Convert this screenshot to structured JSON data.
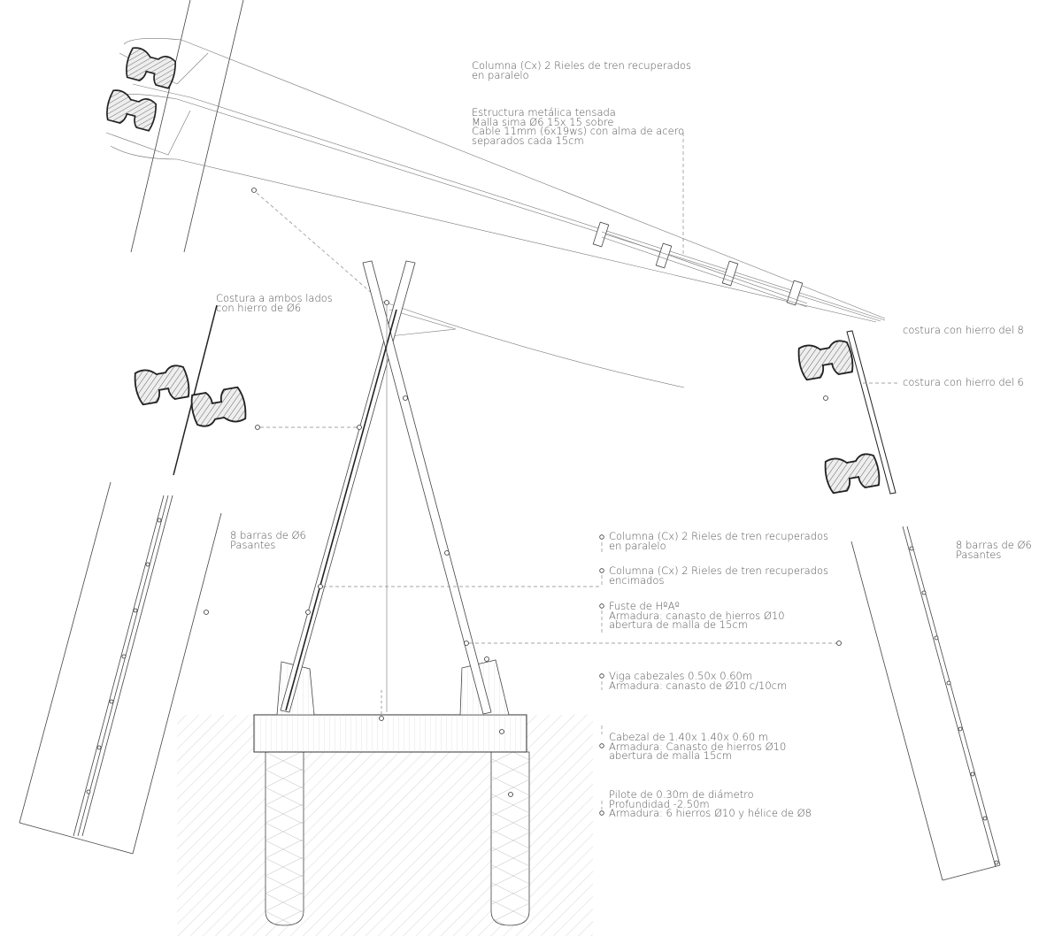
{
  "labels": {
    "top_column": "Columna (Cx) 2 Rieles de tren recuperados\nen paralelo",
    "tensioned_structure": "Estructura metálica tensada\nMalla sima Ø6 15x 15 sobre\nCable 11mm (6x19ws) con alma de acero\nseparados cada 15cm",
    "seam_both_sides": "Costura a ambos lados\ncon hierro de Ø6",
    "seam_8": "costura con hierro del 8",
    "seam_6": "costura con hierro del 6",
    "bars_left": "8 barras de Ø6\nPasantes",
    "bars_right": "8 barras de Ø6\nPasantes",
    "column_parallel": "Columna (Cx) 2 Rieles de tren recuperados\nen paralelo",
    "column_stacked": "Columna (Cx) 2 Rieles de tren recuperados\nencimados",
    "shaft": "Fuste de HºAº\nArmadura: canasto de hierros Ø10\nabertura de malla de 15cm",
    "beam": "Viga cabezales 0.50x 0.60m\nArmadura: canasto de Ø10 c/10cm",
    "pile_cap": "Cabezal de 1.40x 1.40x 0.60 m\nArmadura: Canasto de hierros Ø10\nabertura de malla 15cm",
    "pile": "Pilote de 0.30m de diámetro\nProfundidad -2.50m\nArmadura: 6 hierros Ø10 y hélice de Ø8"
  }
}
